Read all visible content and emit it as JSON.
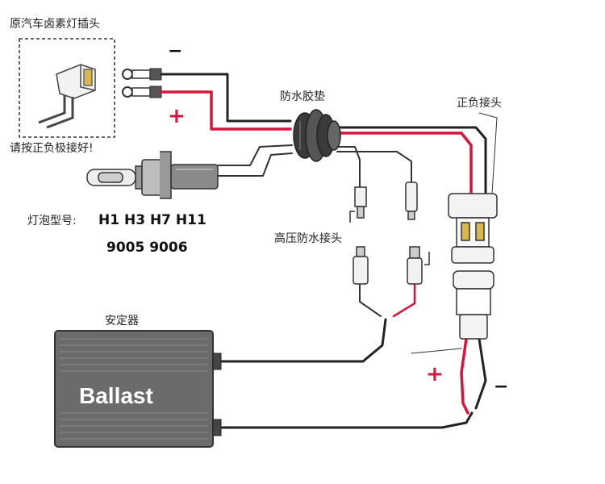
{
  "labels": {
    "original_plug": "原汽车卤素灯插头",
    "polarity_note": "请按正负极接好!",
    "grommet": "防水胶垫",
    "pos_neg_connector": "正负接头",
    "bulb_models_label": "灯泡型号:",
    "bulb_models_line1": "H1  H3  H7  H11",
    "bulb_models_line2": "9005  9006",
    "hv_connector": "高压防水接头",
    "ballast_label": "安定器",
    "ballast_box_text": "Ballast"
  },
  "signs": {
    "minus_top": "−",
    "plus_top": "+",
    "plus_bottom": "+",
    "minus_bottom": "−"
  },
  "colors": {
    "positive_wire": "#d8143c",
    "negative_wire": "#222222",
    "ballast_body": "#6b6b6b"
  }
}
